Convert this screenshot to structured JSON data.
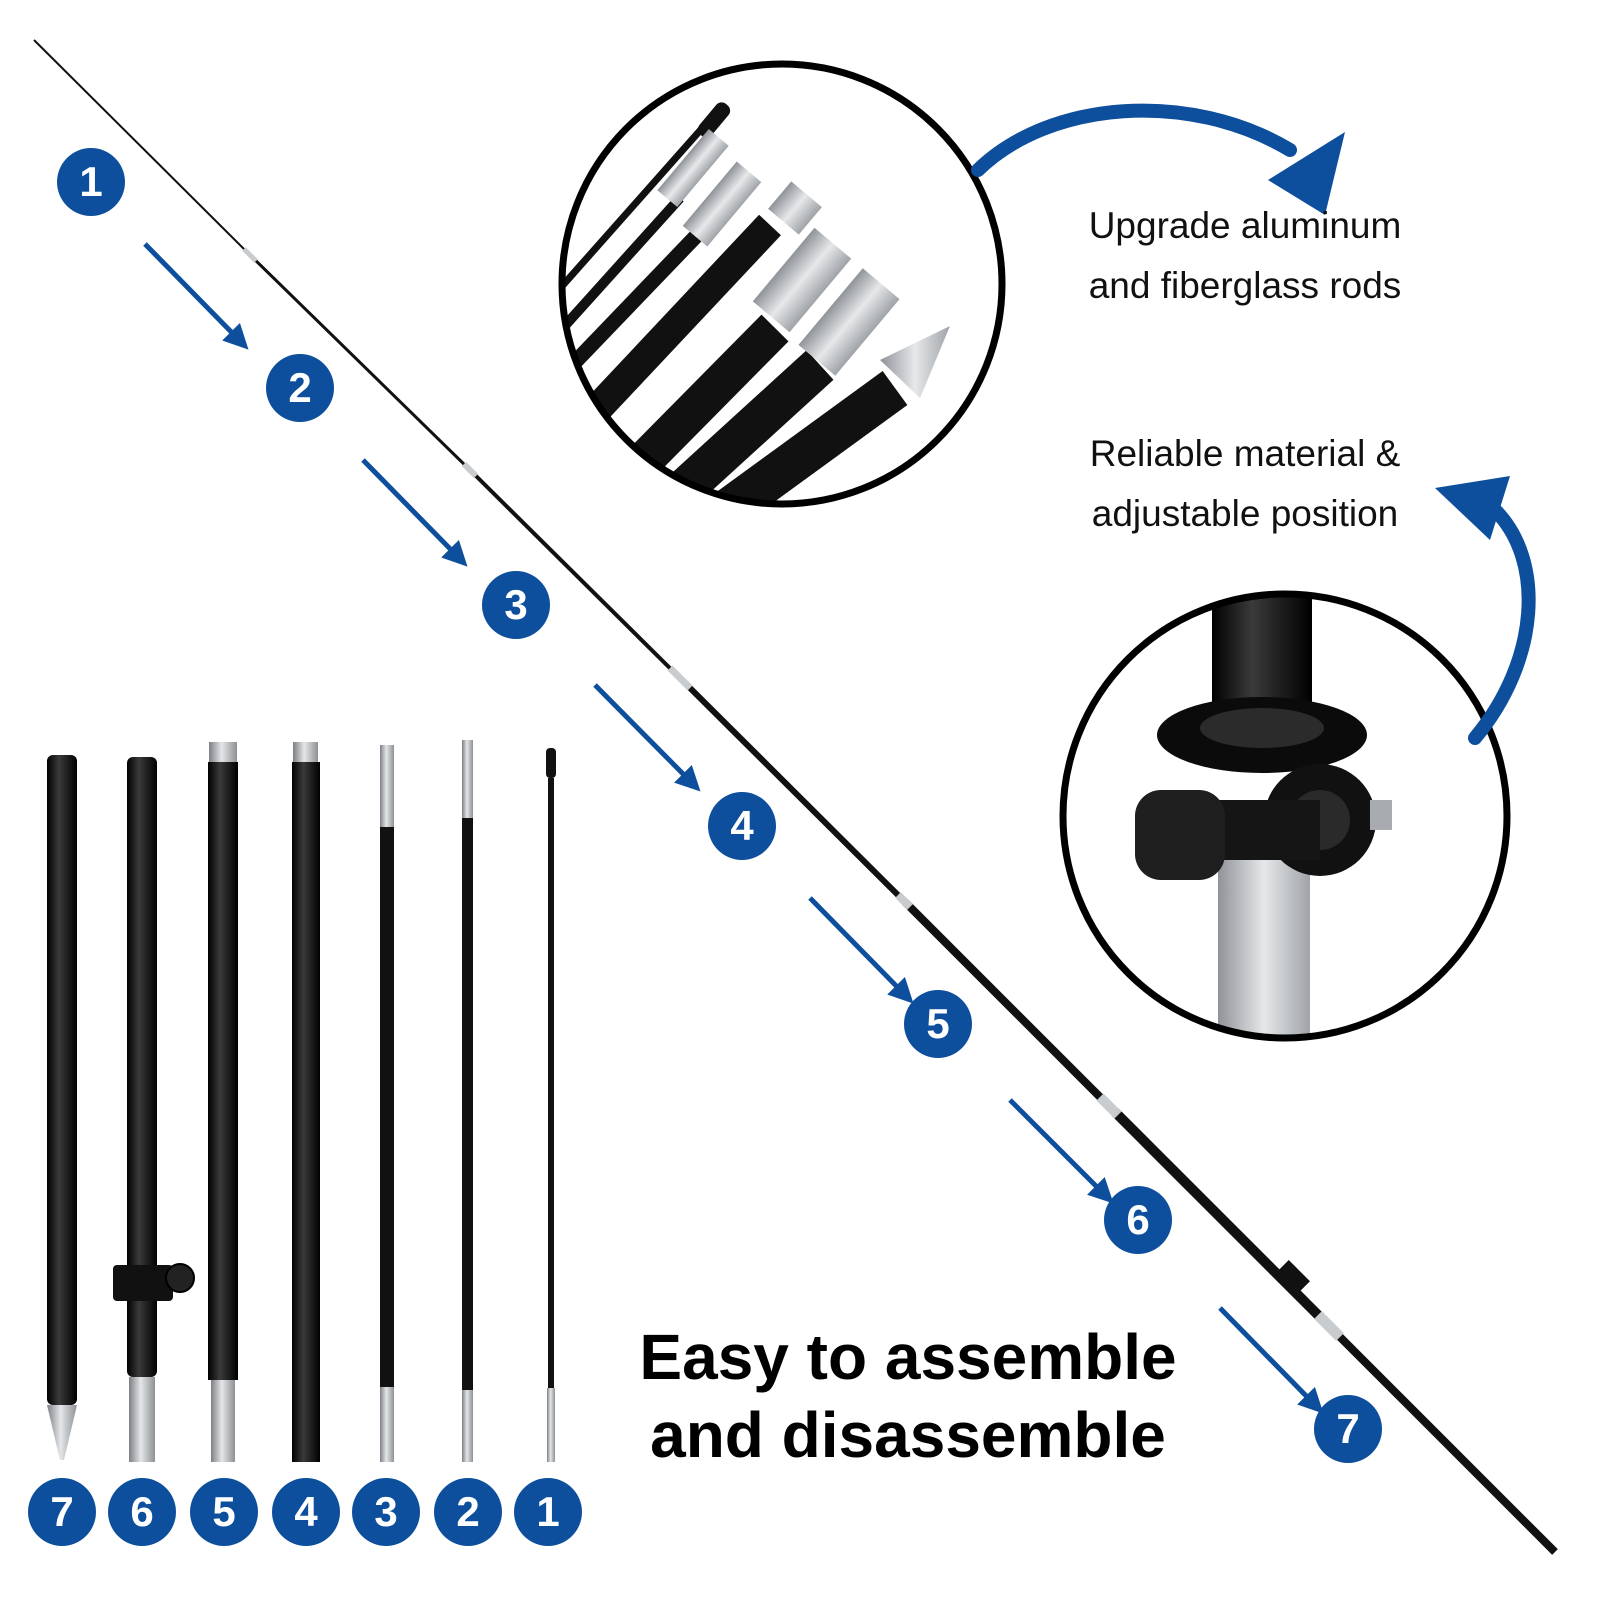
{
  "colors": {
    "accent": "#0d4f9c",
    "rod": "#0a0a0a",
    "metal": "#b9bcbe",
    "text": "#111111"
  },
  "callouts": {
    "upgrade": {
      "line1": "Upgrade aluminum",
      "line2": "and fiberglass rods"
    },
    "reliable": {
      "line1": "Reliable material &",
      "line2": "adjustable position"
    }
  },
  "headline": {
    "line1": "Easy to assemble",
    "line2": "and disassemble"
  },
  "assembly_steps": [
    "1",
    "2",
    "3",
    "4",
    "5",
    "6",
    "7"
  ],
  "part_labels": [
    "7",
    "6",
    "5",
    "4",
    "3",
    "2",
    "1"
  ],
  "icons": {
    "step_arrow": "arrow-down-right-icon",
    "callout_arrow": "curved-arrow-icon"
  }
}
